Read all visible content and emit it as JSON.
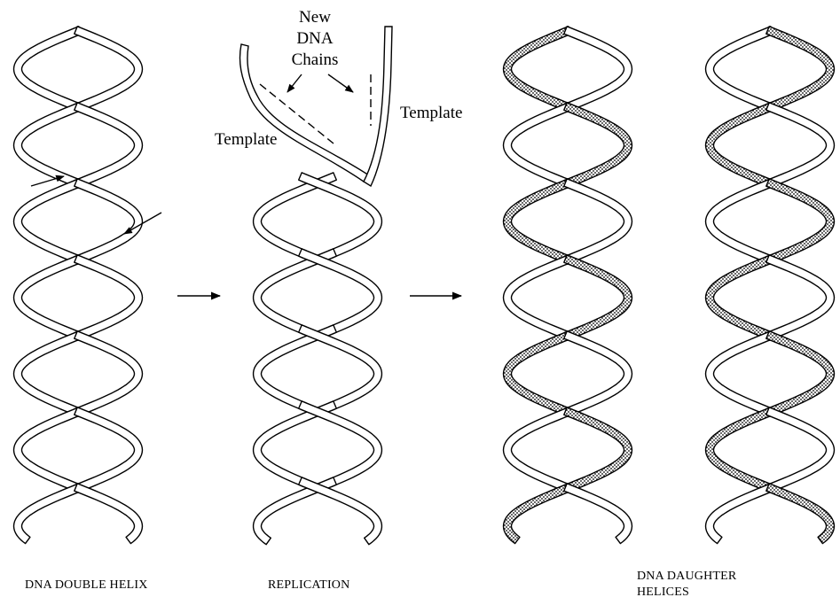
{
  "captions": {
    "double_helix": "DNA DOUBLE HELIX",
    "replication": "REPLICATION",
    "daughter_line1": "DNA DAUGHTER",
    "daughter_line2": "HELICES"
  },
  "labels": {
    "new_chains_line1": "New",
    "new_chains_line2": "DNA",
    "new_chains_line3": "Chains",
    "template_left": "Template",
    "template_right": "Template"
  },
  "colors": {
    "ink": "#000000",
    "paper": "#ffffff",
    "new_strand_fill": "#9a9a9a"
  }
}
